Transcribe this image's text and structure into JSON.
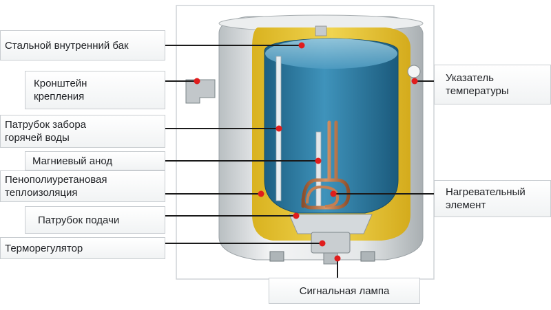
{
  "labels": {
    "steel_tank": "Стальной внутренний бак",
    "bracket_line1": "Кронштейн",
    "bracket_line2": "крепления",
    "hot_outlet_line1": "Патрубок забора",
    "hot_outlet_line2": "горячей воды",
    "anode": "Магниевый анод",
    "insulation_line1": "Пенополиуретановая",
    "insulation_line2": "теплоизоляция",
    "inlet_pipe": "Патрубок подачи",
    "thermostat": "Терморегулятор",
    "temp_indicator_line1": "Указатель",
    "temp_indicator_line2": "температуры",
    "heater_line1": "Нагревательный",
    "heater_line2": "элемент",
    "signal_lamp": "Сигнальная лампа"
  },
  "colors": {
    "casing": "#dfe2e3",
    "insulation": "#e7c62e",
    "water": "#2e7ea6",
    "heater": "#b8734a",
    "marker": "#e01d1d",
    "leader": "#1a1a1a"
  }
}
